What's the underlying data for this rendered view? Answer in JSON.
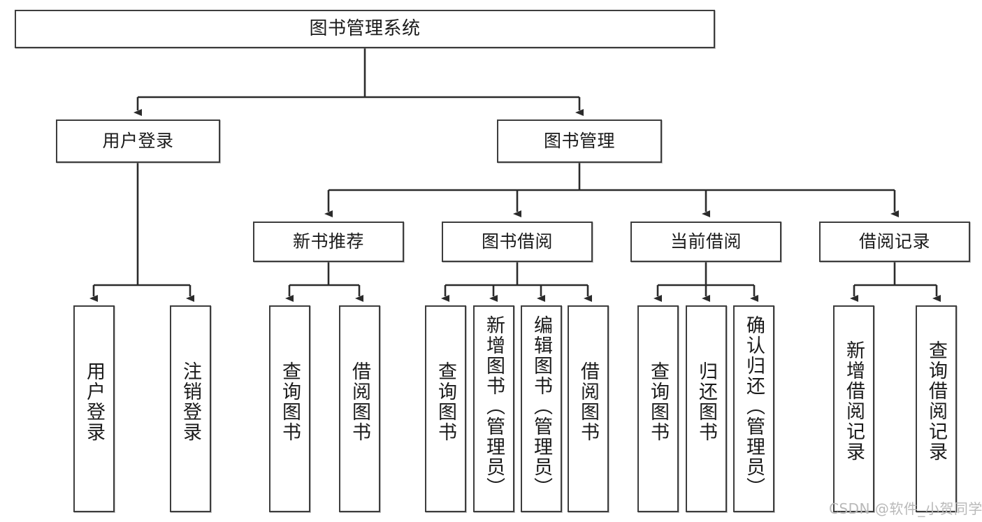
{
  "diagram": {
    "title": "图书管理系统",
    "type": "tree-hierarchy-diagram",
    "watermark": "CSDN @软件_小贺同学",
    "colors": {
      "box_border": "#3d3d3d",
      "box_fill": "#ffffff",
      "edge": "#2b2b2b",
      "text": "#1a1a1a",
      "watermark": "#b9b9b9"
    },
    "root": {
      "label": "图书管理系统"
    },
    "level2": [
      {
        "label": "用户登录"
      },
      {
        "label": "图书管理"
      }
    ],
    "level3": [
      {
        "label": "新书推荐"
      },
      {
        "label": "图书借阅"
      },
      {
        "label": "当前借阅"
      },
      {
        "label": "借阅记录"
      }
    ],
    "leaves": {
      "user_login": [
        {
          "label": "用户登录"
        },
        {
          "label": "注销登录"
        }
      ],
      "new_book_recommend": [
        {
          "label": "查询图书"
        },
        {
          "label": "借阅图书"
        }
      ],
      "book_borrow": [
        {
          "label": "查询图书"
        },
        {
          "label": "新增图书（管理员）"
        },
        {
          "label": "编辑图书（管理员）"
        },
        {
          "label": "借阅图书"
        }
      ],
      "current_borrow": [
        {
          "label": "查询图书"
        },
        {
          "label": "归还图书"
        },
        {
          "label": "确认归还（管理员）"
        }
      ],
      "borrow_record": [
        {
          "label": "新增借阅记录"
        },
        {
          "label": "查询借阅记录"
        }
      ]
    }
  }
}
